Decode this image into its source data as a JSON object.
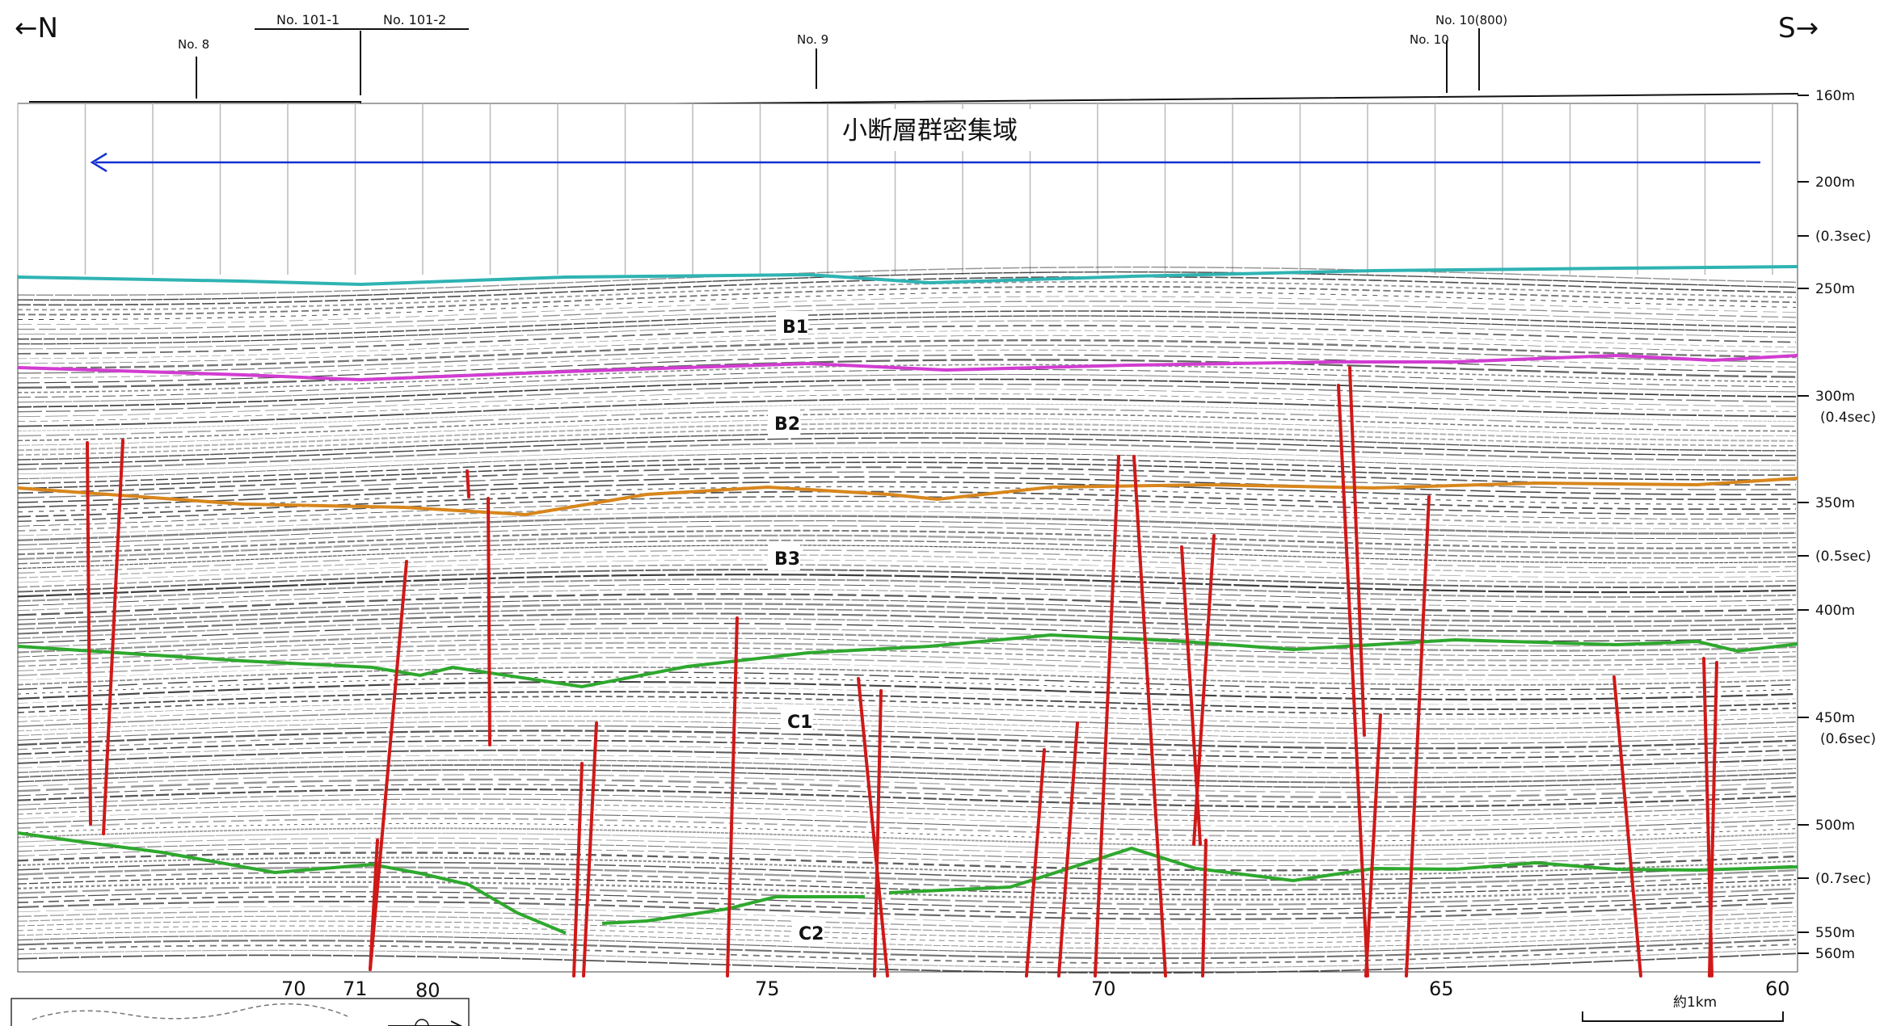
{
  "direction": {
    "north": "←N",
    "south": "S→"
  },
  "station_labels": {
    "no8": "No. 8",
    "no101_1": "No. 101-1",
    "no101_2": "No. 101-2",
    "no9": "No. 9",
    "no10_800": "No. 10(800)",
    "no10": "No. 10"
  },
  "annotation": {
    "zone_label": "小断層群密集域"
  },
  "units": {
    "b1": "B1",
    "b2": "B2",
    "b3": "B3",
    "c1": "C1",
    "c2": "C2"
  },
  "depth_scale": [
    {
      "label": "160m"
    },
    {
      "label": "200m"
    },
    {
      "label": "(0.3sec)"
    },
    {
      "label": "250m"
    },
    {
      "label": "300m"
    },
    {
      "label": "(0.4sec)"
    },
    {
      "label": "350m"
    },
    {
      "label": "(0.5sec)"
    },
    {
      "label": "400m"
    },
    {
      "label": "450m"
    },
    {
      "label": "(0.6sec)"
    },
    {
      "label": "500m"
    },
    {
      "label": "(0.7sec)"
    },
    {
      "label": "550m"
    },
    {
      "label": "560m"
    }
  ],
  "shot_points": [
    {
      "label": "70"
    },
    {
      "label": "71"
    },
    {
      "label": "80"
    },
    {
      "label": "75"
    },
    {
      "label": "70"
    },
    {
      "label": "65"
    },
    {
      "label": "60"
    }
  ],
  "scale_bar": {
    "label": "約1km"
  },
  "colors": {
    "seafloor": "#2fb3b3",
    "b1_base": "#d23cd2",
    "b2_base": "#d8861c",
    "b3_base": "#2ea82e",
    "c1_base": "#2ea82e",
    "faults": "#d01818",
    "zone_arrow": "#1030d0"
  }
}
